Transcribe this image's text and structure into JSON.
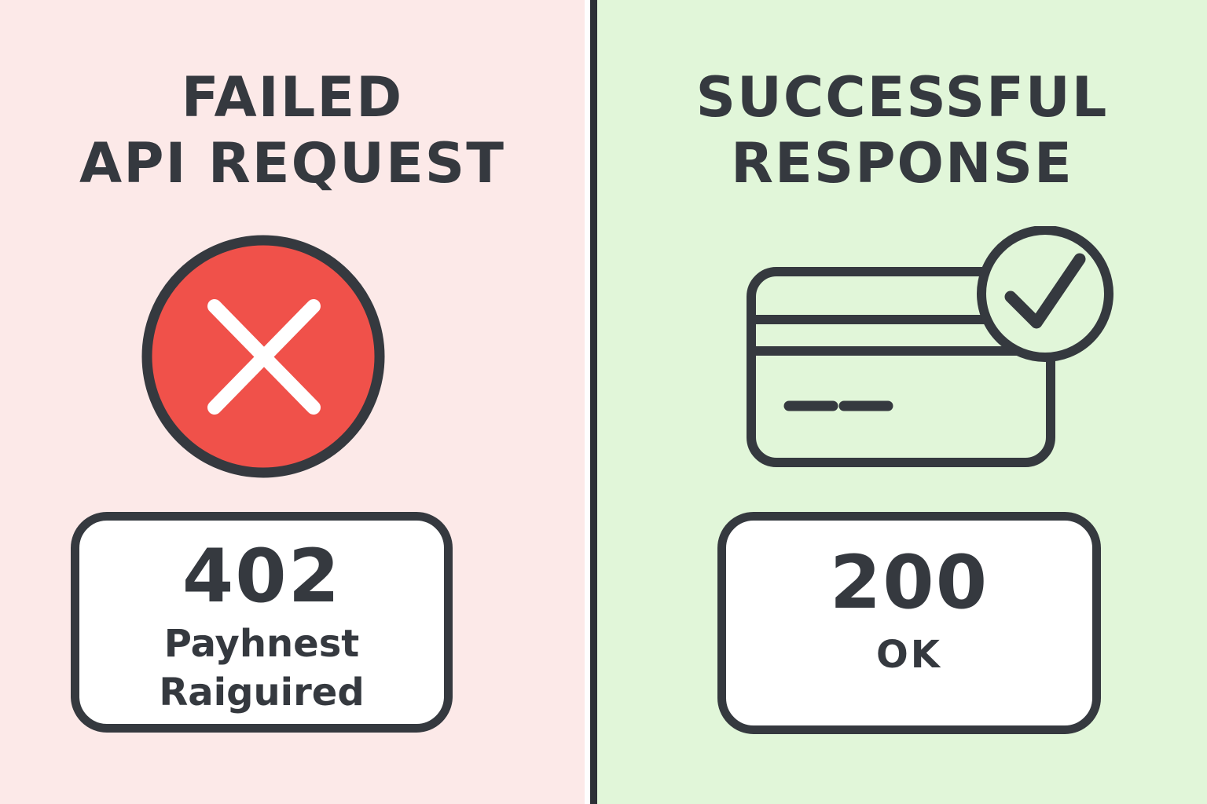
{
  "left_panel": {
    "title_line1": "FAILED",
    "title_line2": "API REQUEST",
    "icon": "error-x-icon",
    "badge": {
      "code": "402",
      "label_line1": "Payhnest",
      "label_line2": "Raiguired"
    },
    "colors": {
      "background": "#fce9e8",
      "icon_fill": "#f0514a",
      "icon_glyph": "#ffffff"
    }
  },
  "right_panel": {
    "title_line1": "SUCCESSFUL",
    "title_line2": "RESPONSE",
    "icon": "credit-card-check-icon",
    "badge": {
      "code": "200",
      "label": "OK"
    },
    "colors": {
      "background": "#e1f6d9"
    }
  },
  "shared_colors": {
    "ink": "#35393f",
    "divider": "#2c3036",
    "badge_fill": "#ffffff"
  }
}
